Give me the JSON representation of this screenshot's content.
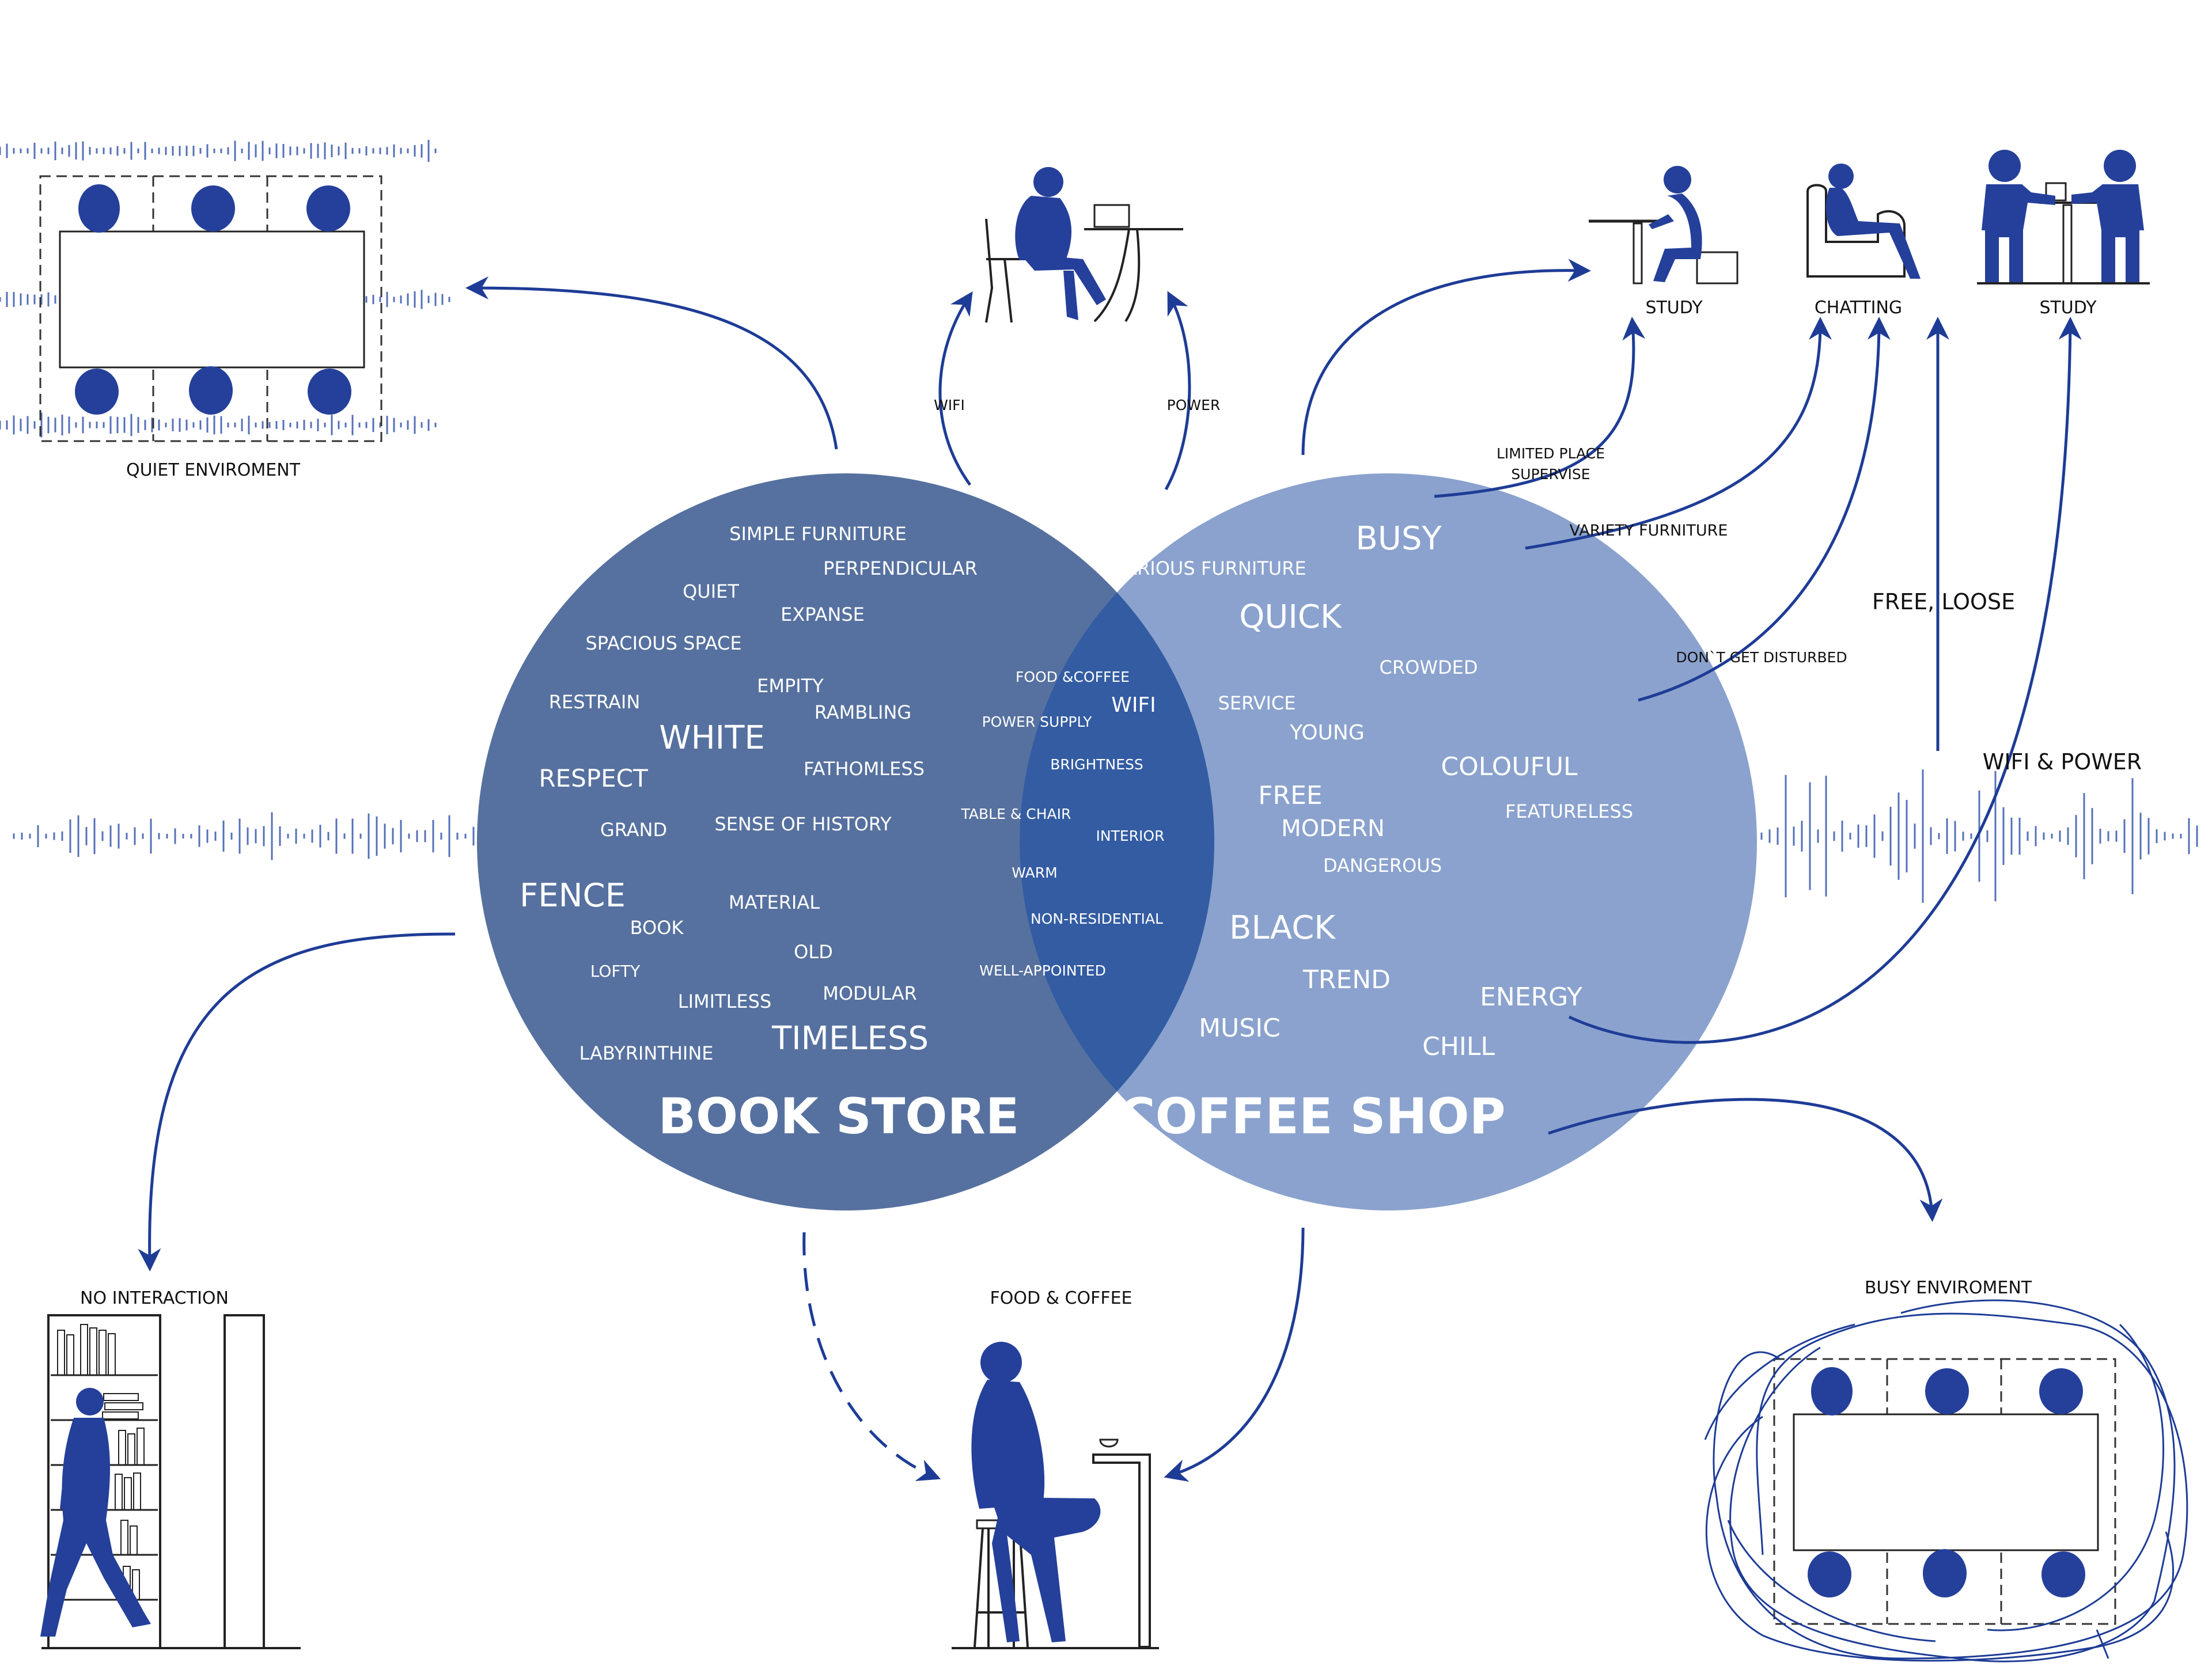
{
  "colors": {
    "book_circle": "#56719f",
    "coffee_circle": "#8aa2cd",
    "overlap": "#335ca2",
    "figure_blue": "#25409a",
    "arrow_blue": "#1e3c96"
  },
  "book_store": {
    "title": "BOOK STORE",
    "words": [
      "SIMPLE FURNITURE",
      "PERPENDICULAR",
      "QUIET",
      "EXPANSE",
      "SPACIOUS SPACE",
      "EMPITY",
      "RESTRAIN",
      "RAMBLING",
      "WHITE",
      "RESPECT",
      "FATHOMLESS",
      "GRAND",
      "SENSE OF HISTORY",
      "FENCE",
      "MATERIAL",
      "BOOK",
      "OLD",
      "LOFTY",
      "MODULAR",
      "LIMITLESS",
      "TIMELESS",
      "LABYRINTHINE"
    ]
  },
  "overlap": {
    "words": [
      "FOOD &COFFEE",
      "WIFI",
      "POWER SUPPLY",
      "BRIGHTNESS",
      "TABLE & CHAIR",
      "INTERIOR",
      "WARM",
      "NON-RESIDENTIAL",
      "WELL-APPOINTED"
    ]
  },
  "coffee_shop": {
    "title": "COFFEE SHOP",
    "words": [
      "BUSY",
      "VARIOUS FURNITURE",
      "QUICK",
      "CROWDED",
      "SERVICE",
      "YOUNG",
      "COLOUFUL",
      "FREE",
      "MODERN",
      "FEATURELESS",
      "DANGEROUS",
      "BLACK",
      "TREND",
      "ENERGY",
      "MUSIC",
      "CHILL"
    ]
  },
  "labels": {
    "quiet_env": "QUIET ENVIROMENT",
    "wifi": "WIFI",
    "power": "POWER",
    "study1": "STUDY",
    "chatting": "CHATTING",
    "study2": "STUDY",
    "limited_place": "LIMITED PLACE",
    "supervise": "SUPERVISE",
    "variety_furniture": "VARIETY FURNITURE",
    "free_loose": "FREE, LOOSE",
    "dont_disturbed": "DON`T GET DISTURBED",
    "wifi_power": "WIFI & POWER",
    "no_interaction": "NO INTERACTION",
    "food_coffee": "FOOD & COFFEE",
    "busy_env": "BUSY ENVIROMENT"
  },
  "icons": [
    "table-plan-icon",
    "laptop-person-icon",
    "study-person-icon",
    "armchair-person-icon",
    "standing-pair-icon",
    "bookshelf-person-icon",
    "bar-stool-person-icon",
    "busy-table-plan-icon",
    "sound-wave-icon"
  ]
}
